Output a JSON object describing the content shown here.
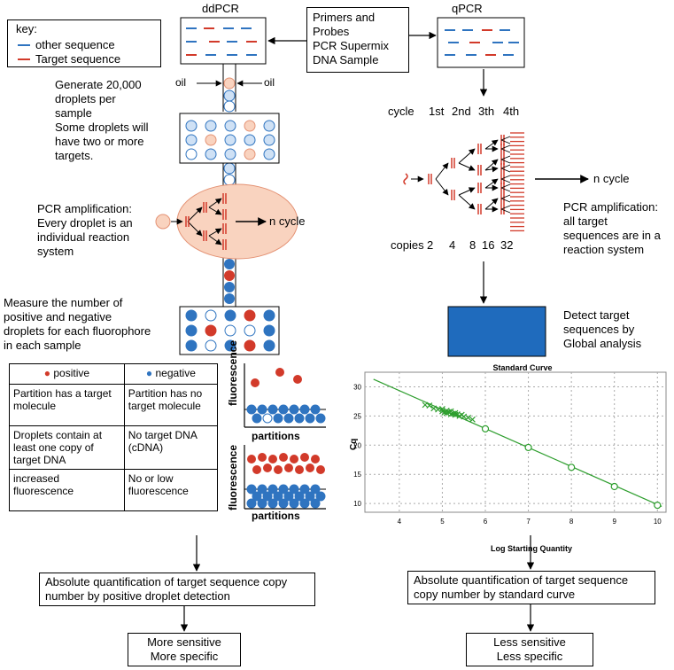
{
  "headers": {
    "ddpcr": "ddPCR",
    "qpcr": "qPCR"
  },
  "inputs_box": [
    "Primers and",
    "Probes",
    "PCR Supermix",
    "DNA Sample"
  ],
  "key": {
    "title": "key:",
    "other": "other sequence",
    "target": "Target sequence"
  },
  "oil": {
    "left": "oil",
    "right": "oil"
  },
  "droplet_gen": [
    "Generate 20,000",
    "droplets per",
    "sample",
    "Some droplets will",
    "have two or more",
    "targets."
  ],
  "dd_amp": [
    "PCR amplification:",
    "Every droplet is an",
    "individual reaction",
    "system"
  ],
  "n_cycle_dd": "n cycle",
  "measure": [
    "Measure the number of",
    "positive and negative",
    "droplets for each fluorophore",
    "in each sample"
  ],
  "cycles": {
    "label": "cycle",
    "items": [
      "1st",
      "2nd",
      "3th",
      "4th"
    ]
  },
  "copies": {
    "label": "copies",
    "items": [
      "2",
      "4",
      "8",
      "16",
      "32"
    ]
  },
  "n_cycle_q": "n cycle",
  "q_amp": [
    "PCR amplification:",
    "all target",
    "sequences are in a",
    "reaction system"
  ],
  "detect": [
    "Detect  target",
    "sequences by",
    "Global analysis"
  ],
  "table": {
    "positive": "positive",
    "negative": "negative",
    "rows": [
      {
        "pos": "Partition has a target molecule",
        "neg": "Partition has no target molecule"
      },
      {
        "pos": "Droplets contain at least one copy of target DNA",
        "neg": "No target DNA (cDNA)"
      },
      {
        "pos": "increased fluorescence",
        "neg": "No or low fluorescence"
      }
    ]
  },
  "scatter": {
    "ylabel": "fluorescence",
    "xlabel": "partitions"
  },
  "chart_data": {
    "type": "scatter",
    "title": "Standard Curve",
    "xlabel": "Log Starting Quantity",
    "ylabel": "Cq",
    "xlim": [
      3.2,
      10.2
    ],
    "ylim": [
      8.5,
      32.5
    ],
    "xticks": [
      4,
      5,
      6,
      7,
      8,
      9,
      10
    ],
    "yticks": [
      10,
      15,
      20,
      25,
      30
    ],
    "grid": true,
    "color": "#2e9e2e",
    "fit_line": {
      "x": [
        3.4,
        10.1
      ],
      "y": [
        31.3,
        9.5
      ]
    },
    "standards": {
      "x": [
        6.0,
        7.0,
        8.0,
        9.0,
        10.0
      ],
      "y": [
        22.8,
        19.6,
        16.2,
        12.9,
        9.7
      ]
    },
    "unknowns": {
      "x": [
        4.6,
        4.7,
        4.8,
        4.9,
        5.0,
        5.0,
        5.05,
        5.1,
        5.1,
        5.15,
        5.2,
        5.2,
        5.25,
        5.3,
        5.3,
        5.35,
        5.4,
        5.45,
        5.5,
        5.6,
        5.7
      ],
      "y": [
        26.9,
        26.8,
        26.3,
        26.1,
        25.8,
        26.2,
        25.6,
        25.5,
        25.9,
        25.7,
        25.3,
        25.8,
        25.4,
        25.5,
        25.2,
        25.3,
        25.0,
        25.2,
        24.9,
        24.7,
        24.4
      ]
    }
  },
  "dd_conclusion": [
    "Absolute quantification of target sequence copy",
    "number  by positive droplet detection"
  ],
  "q_conclusion": [
    "Absolute quantification  of target sequence",
    "copy number  by standard curve"
  ],
  "dd_result": [
    "More sensitive",
    "More specific"
  ],
  "q_result": [
    "Less sensitive",
    "Less specific"
  ],
  "colors": {
    "red": "#d23a2a",
    "blue": "#2f74c0",
    "peach": "#f9d3bf",
    "peach_stroke": "#e49274",
    "green": "#2e9e2e",
    "detect": "#1f6bbd"
  }
}
